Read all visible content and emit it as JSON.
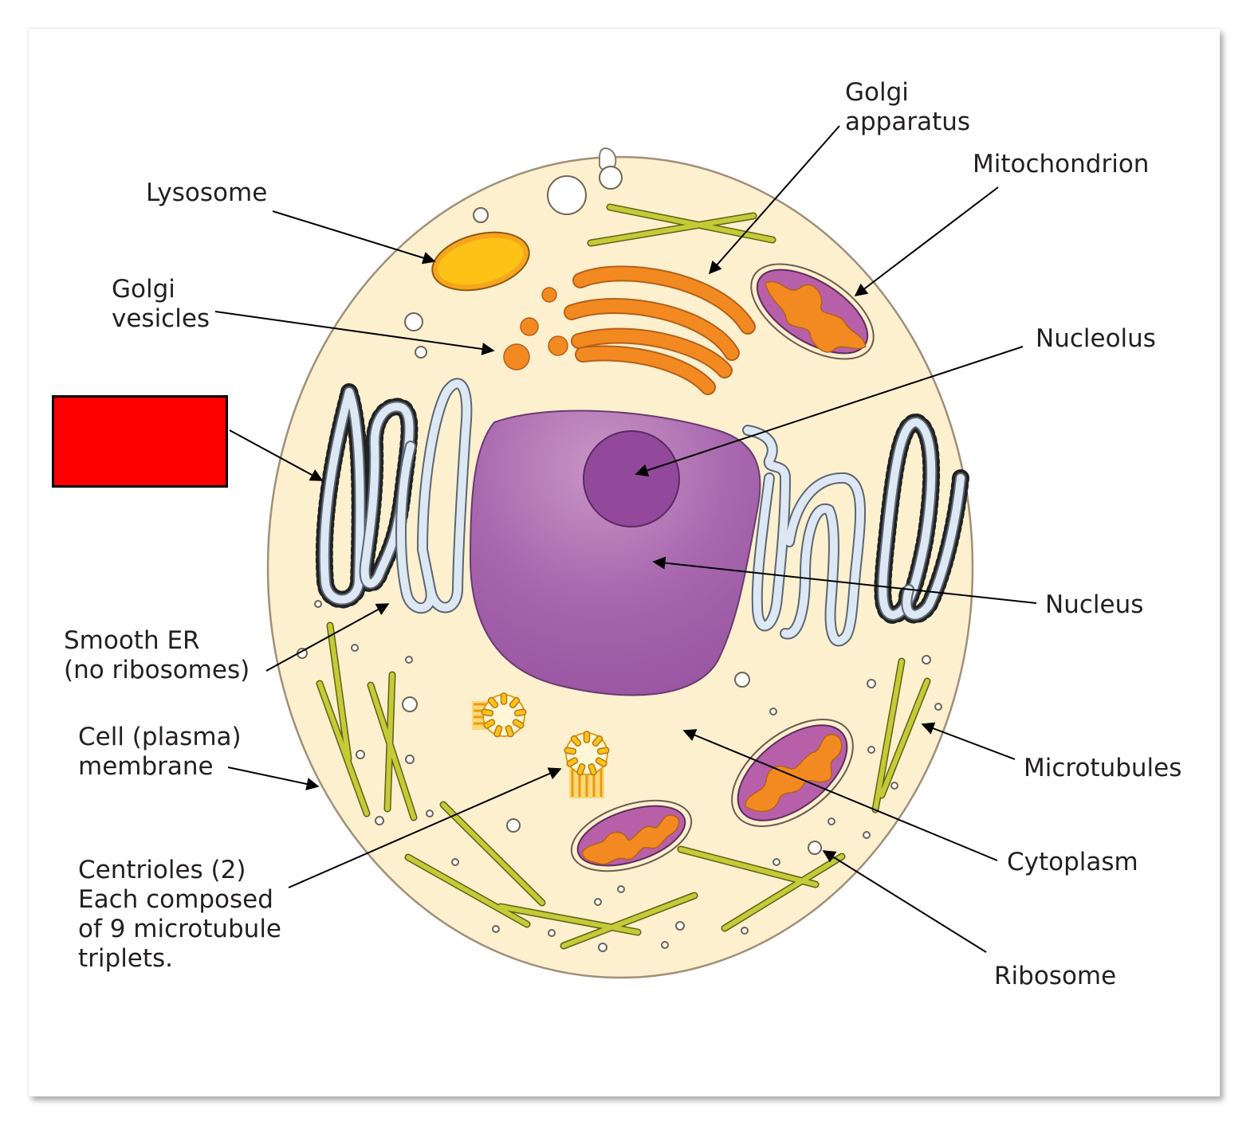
{
  "diagram": {
    "labels": {
      "golgi_apparatus": "Golgi\napparatus",
      "mitochondrion": "Mitochondrion",
      "lysosome": "Lysosome",
      "golgi_vesicles": "Golgi\nvesicles",
      "nucleolus": "Nucleolus",
      "nucleus": "Nucleus",
      "smooth_er": "Smooth ER\n(no ribosomes)",
      "cell_membrane": "Cell (plasma)\nmembrane",
      "microtubules": "Microtubules",
      "cytoplasm": "Cytoplasm",
      "centrioles": "Centrioles (2)\nEach composed\nof 9 microtubule\ntriplets.",
      "ribosome": "Ribosome"
    },
    "redacted_label_color": "#ff0000",
    "colors": {
      "cytoplasm": "#fdf0cf",
      "nucleus": "#a35ea8",
      "nucleolus": "#93499b",
      "mitochondrion": "#b760a9",
      "cristae": "#f28a21",
      "golgi": "#f28a21",
      "lysosome": "#fcc216",
      "er": "#dde8f4",
      "microtubule": "#c3cb37"
    }
  }
}
